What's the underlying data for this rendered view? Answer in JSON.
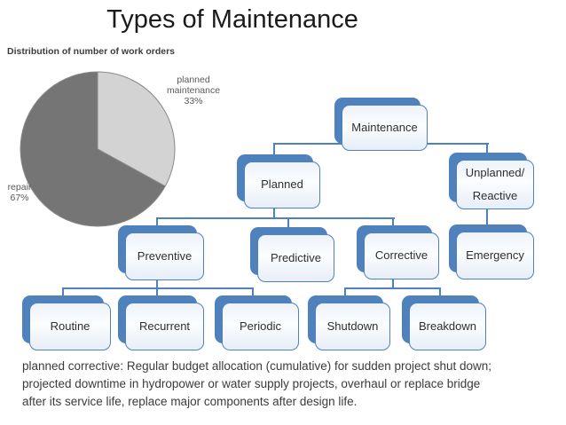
{
  "slide": {
    "title": "Types of Maintenance",
    "footnote": "planned corrective: Regular budget allocation (cumulative) for sudden project shut down;\nprojected downtime in hydropower or water supply projects, overhaul or replace bridge\nafter its service life, replace major components after design life."
  },
  "chart_data": {
    "type": "pie",
    "title": "Distribution of number of work orders",
    "slices": [
      {
        "label": "planned maintenance",
        "value": 33,
        "color": "#d3d3d3"
      },
      {
        "label": "repair",
        "value": 67,
        "color": "#757575"
      }
    ],
    "start_angle": "top",
    "direction": "clockwise",
    "stroke_color": "#888888",
    "annotations": {
      "planned": "planned\nmaintenance\n33%",
      "repair": "repair\n67%"
    }
  },
  "diagram": {
    "accent_color": "#4f81bd",
    "nodes": {
      "maintenance": "Maintenance",
      "planned": "Planned",
      "unplanned": "Unplanned/\nReactive",
      "preventive": "Preventive",
      "predictive": "Predictive",
      "corrective": "Corrective",
      "emergency": "Emergency",
      "routine": "Routine",
      "recurrent": "Recurrent",
      "periodic": "Periodic",
      "shutdown": "Shutdown",
      "breakdown": "Breakdown"
    }
  }
}
